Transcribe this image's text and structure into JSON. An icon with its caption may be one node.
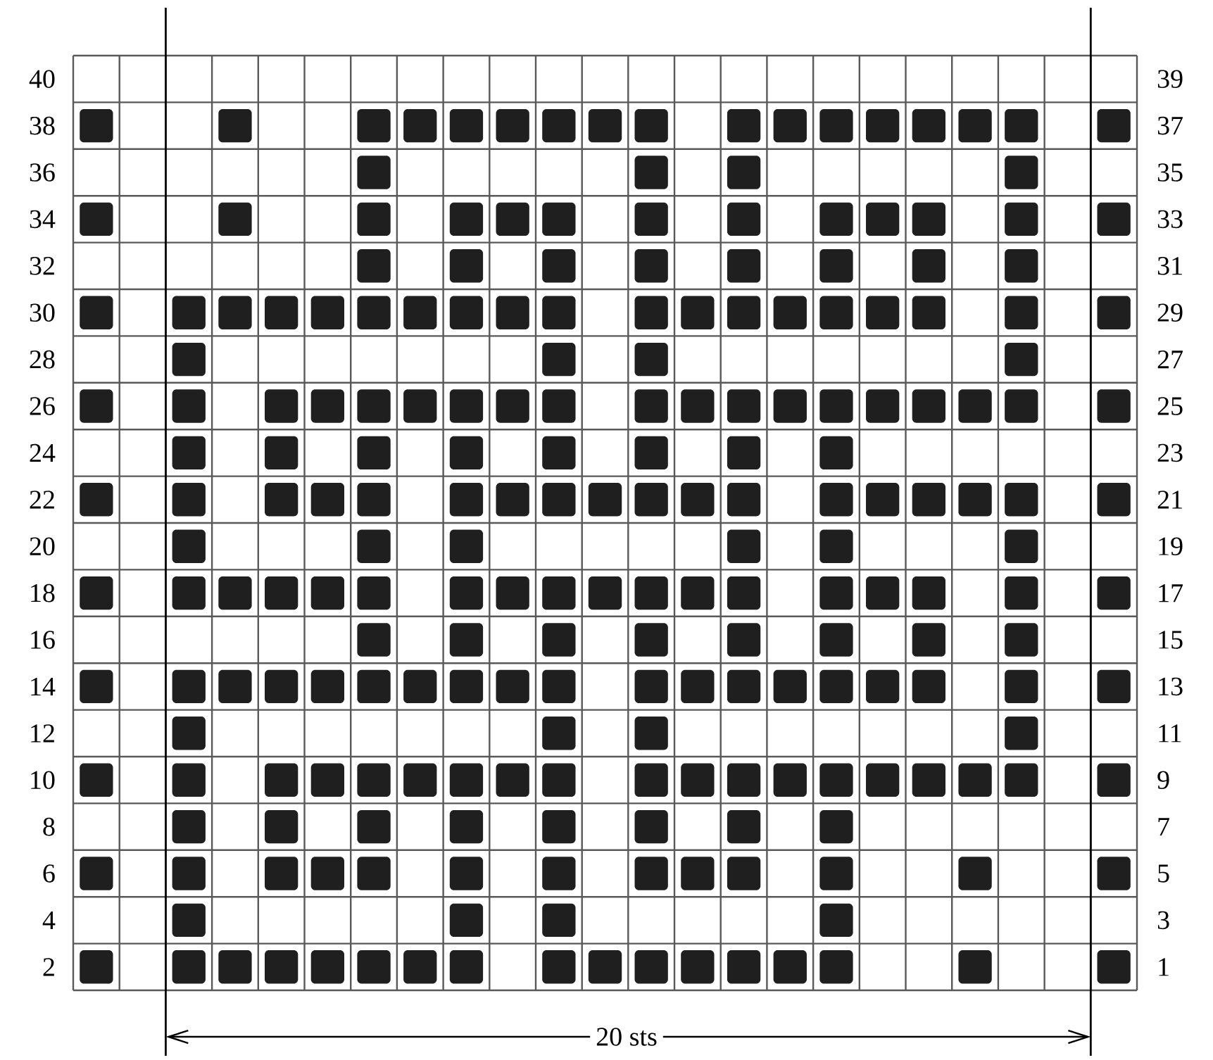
{
  "diagram": {
    "labels": [
      "40",
      "39",
      "38",
      "37",
      "36",
      "35",
      "34",
      "33",
      "32",
      "31",
      "30",
      "29",
      "28",
      "27",
      "26",
      "25",
      "24",
      "23",
      "22",
      "21",
      "20",
      "19",
      "18",
      "17",
      "16",
      "15",
      "14",
      "13",
      "12",
      "11",
      "10",
      "9",
      "8",
      "7",
      "6",
      "5",
      "4",
      "3",
      "2",
      "1",
      "20 sts"
    ]
  }
}
